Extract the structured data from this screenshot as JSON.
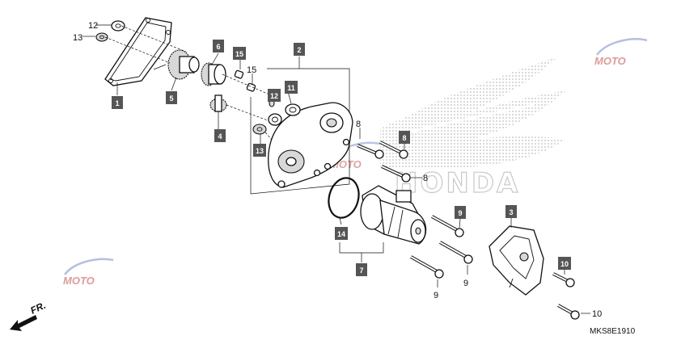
{
  "diagram": {
    "code": "MKS8E1910",
    "direction_label": "FR.",
    "brand_text": "HONDA",
    "watermark": "MOTO",
    "plain_labels": {
      "c8a": "8",
      "c8b": "8",
      "c9a": "9",
      "c9b": "9",
      "c10": "10",
      "c12": "12",
      "c13": "13",
      "c15": "15"
    },
    "boxed_labels": {
      "b1": "1",
      "b2": "2",
      "b3": "3",
      "b4": "4",
      "b5": "5",
      "b6": "6",
      "b7": "7",
      "b8": "8",
      "b9": "9",
      "b10": "10",
      "b11": "11",
      "b12": "12",
      "b13": "13",
      "b14": "14",
      "b15": "15"
    },
    "colors": {
      "box": "#555555",
      "line": "#111111",
      "wing_dots": "#bdbdbd"
    }
  }
}
